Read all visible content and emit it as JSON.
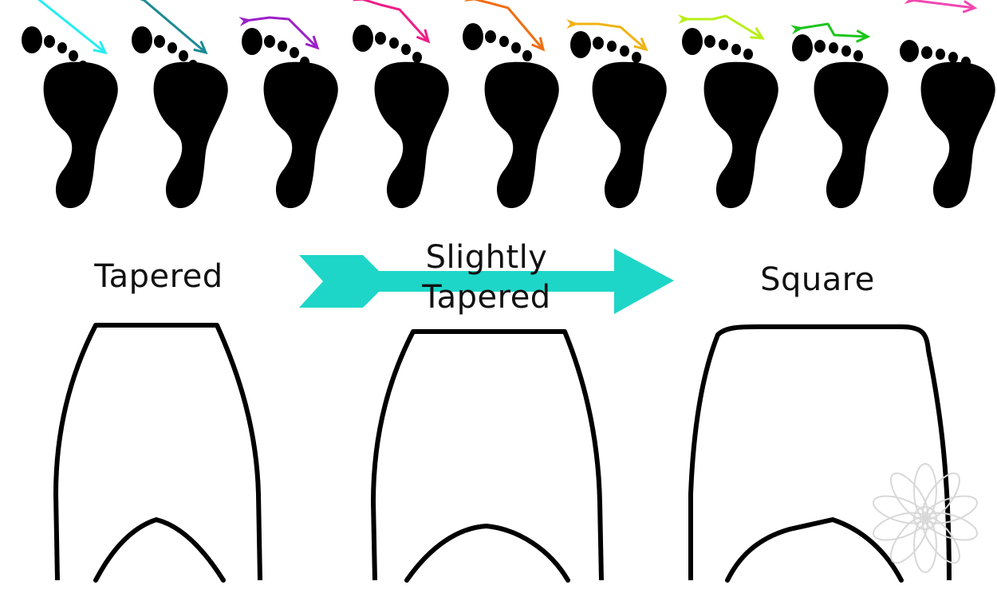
{
  "labels": {
    "tapered": "Tapered",
    "slightly_line1": "Slightly",
    "slightly_line2": "Tapered",
    "square": "Square"
  },
  "colors": {
    "silhouette": "#000000",
    "big_arrow": "#1ed6c8",
    "foot_arrows": [
      "#27ecf0",
      "#1a8a92",
      "#9b20c8",
      "#ee1e86",
      "#f06e12",
      "#efb313",
      "#b8ee1a",
      "#1bc51b",
      "#f048b0"
    ]
  },
  "icons": {
    "foot": "footprint-icon",
    "toe_arrow": "toe-line-arrow-icon",
    "gradient_arrow": "progression-arrow-icon",
    "toe_box": "pointe-shoe-outline",
    "watermark": "lotus-watermark-icon"
  }
}
